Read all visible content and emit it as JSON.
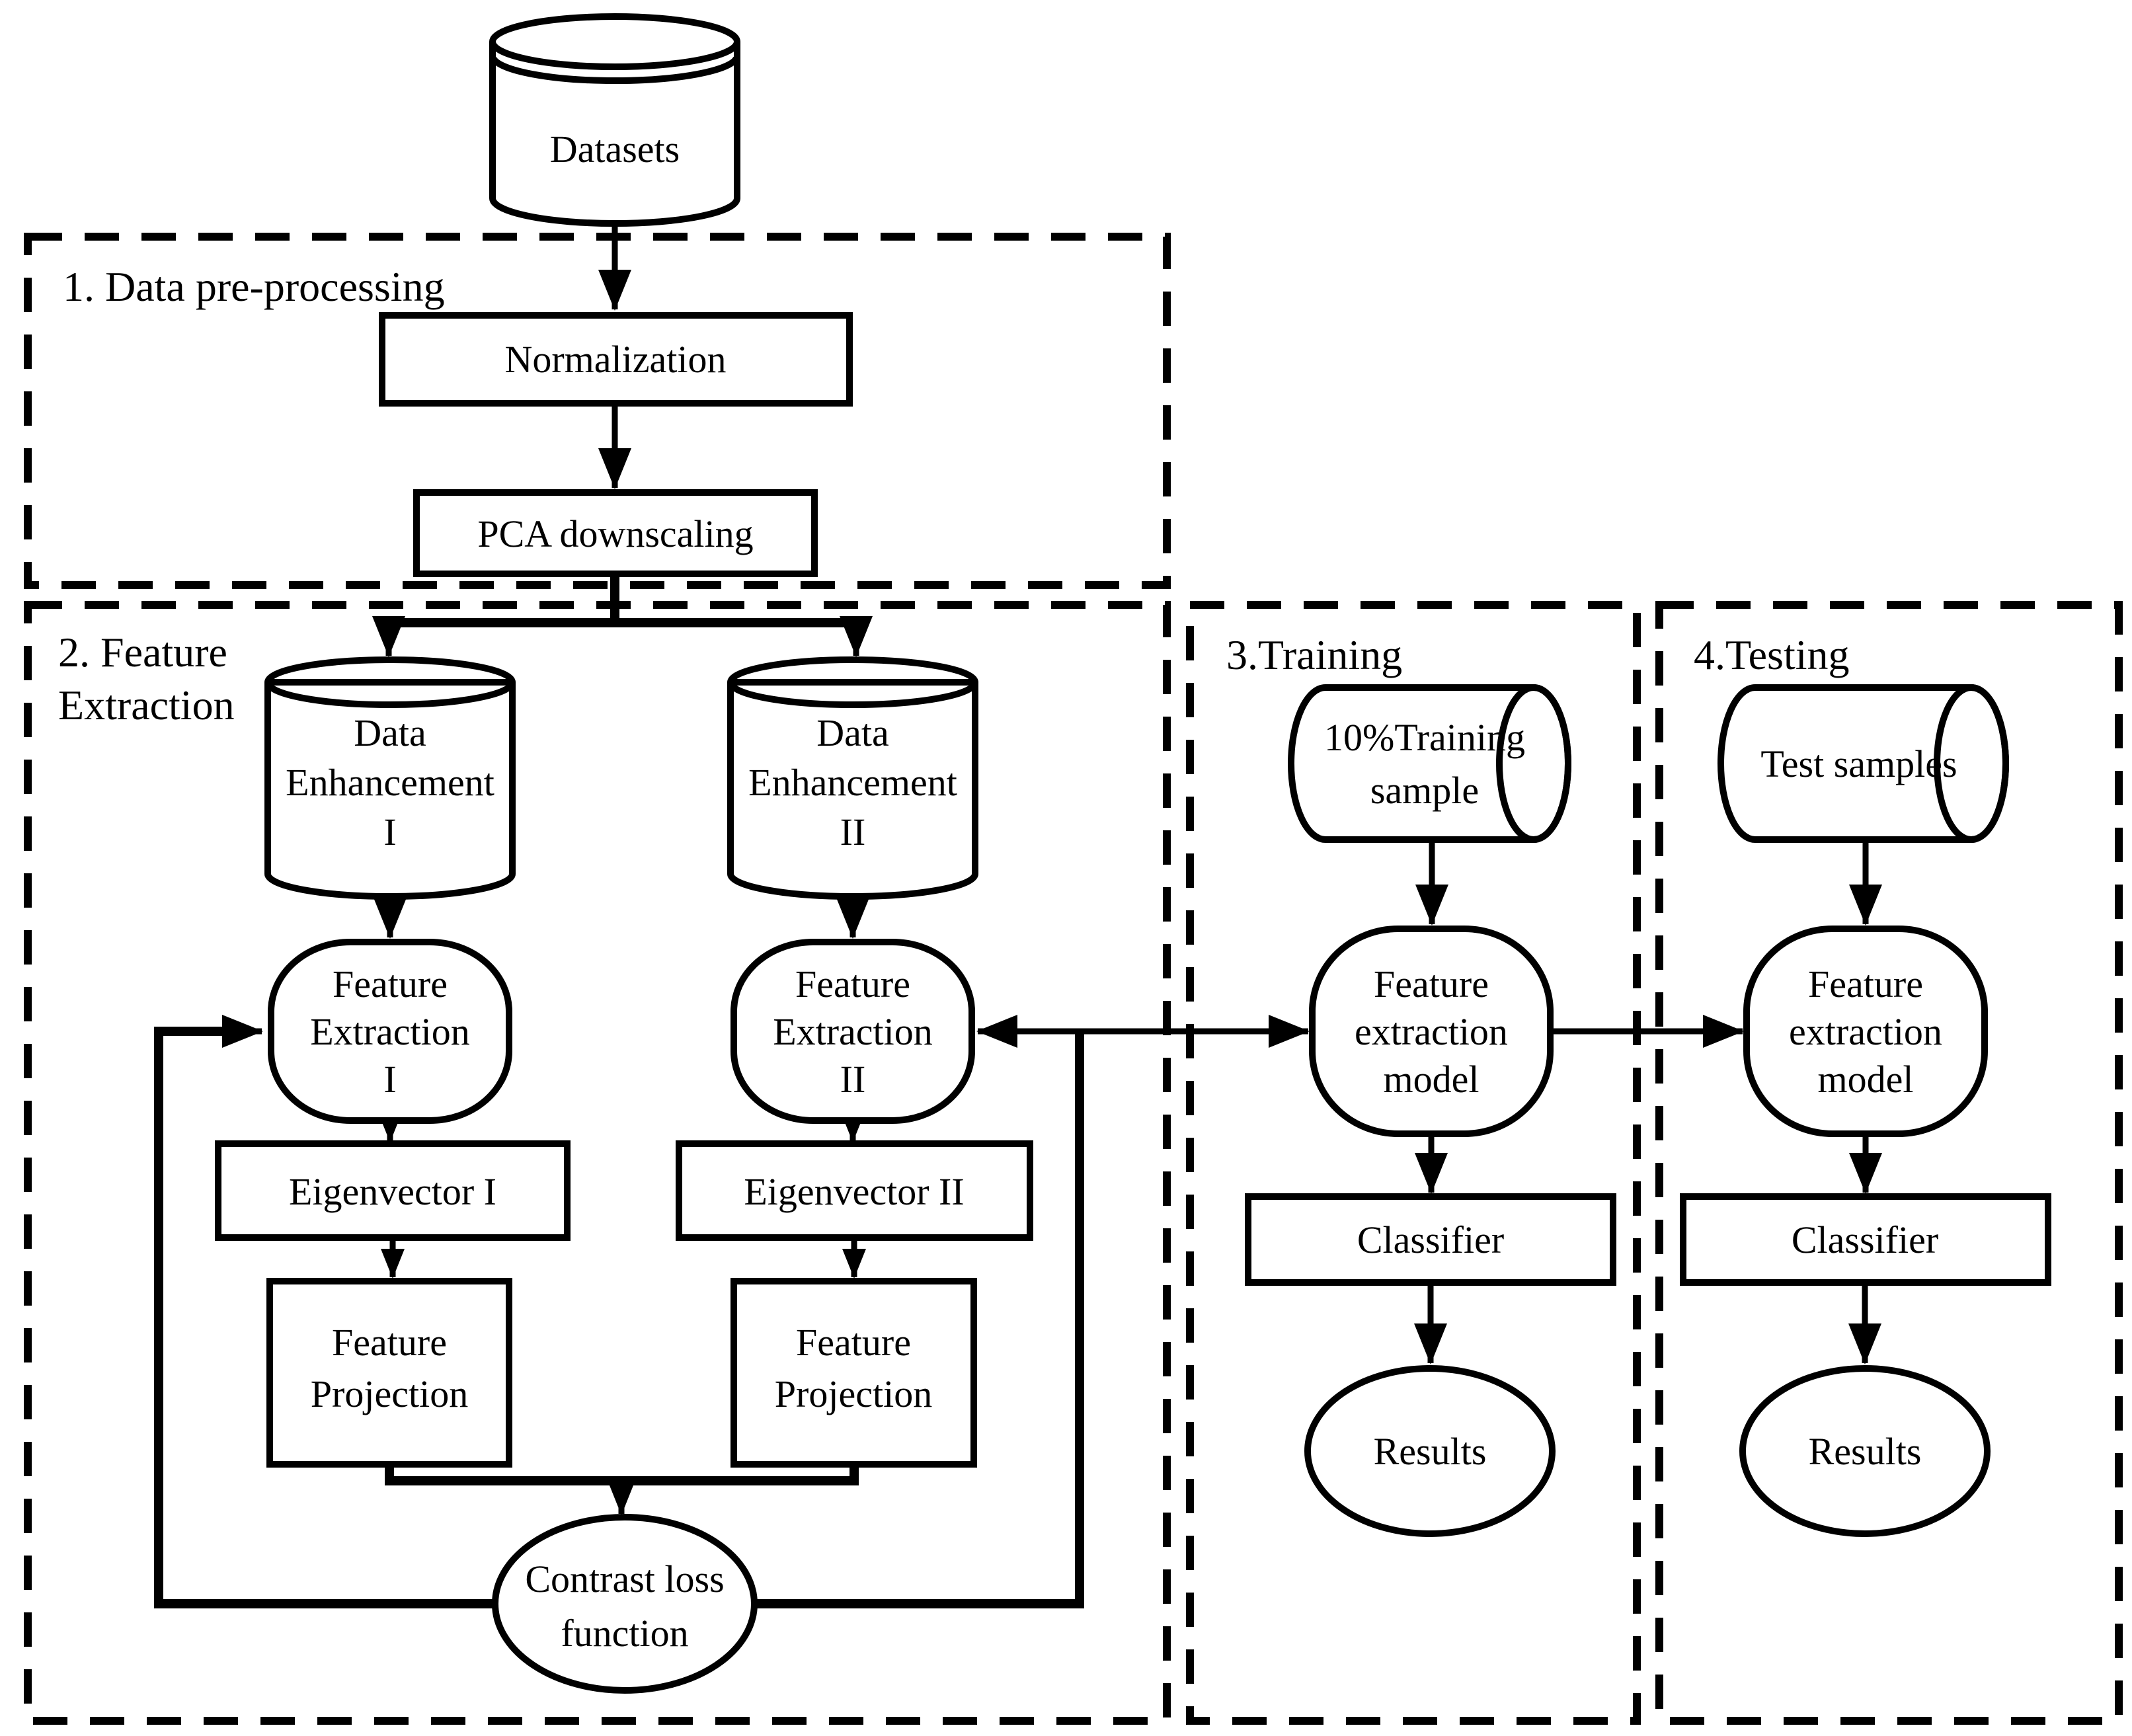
{
  "palette": {
    "stroke": "#000000",
    "background": "#ffffff"
  },
  "sections": {
    "preprocessing": {
      "label": "1. Data pre-processing"
    },
    "feature_extraction": {
      "line1": "2. Feature",
      "line2": "Extraction"
    },
    "training": {
      "label": "3.Training"
    },
    "testing": {
      "label": "4.Testing"
    }
  },
  "nodes": {
    "datasets": {
      "label": "Datasets"
    },
    "normalization": {
      "label": "Normalization"
    },
    "pca_downscaling": {
      "label": "PCA downscaling"
    },
    "data_enhancement_1": {
      "line1": "Data",
      "line2": "Enhancement",
      "line3": "I"
    },
    "data_enhancement_2": {
      "line1": "Data",
      "line2": "Enhancement",
      "line3": "II"
    },
    "feature_extraction_1": {
      "line1": "Feature",
      "line2": "Extraction",
      "line3": "I"
    },
    "feature_extraction_2": {
      "line1": "Feature",
      "line2": "Extraction",
      "line3": "II"
    },
    "eigenvector_1": {
      "label": "Eigenvector I"
    },
    "eigenvector_2": {
      "label": "Eigenvector II"
    },
    "feature_projection_1": {
      "line1": "Feature",
      "line2": "Projection"
    },
    "feature_projection_2": {
      "line1": "Feature",
      "line2": "Projection"
    },
    "contrast_loss": {
      "line1": "Contrast loss",
      "line2": "function"
    },
    "training_sample": {
      "line1": "10%Training",
      "line2": "sample"
    },
    "feature_extraction_model_train": {
      "line1": "Feature",
      "line2": "extraction",
      "line3": "model"
    },
    "classifier_train": {
      "label": "Classifier"
    },
    "results_train": {
      "label": "Results"
    },
    "test_samples": {
      "label": "Test samples"
    },
    "feature_extraction_model_test": {
      "line1": "Feature",
      "line2": "extraction",
      "line3": "model"
    },
    "classifier_test": {
      "label": "Classifier"
    },
    "results_test": {
      "label": "Results"
    }
  }
}
